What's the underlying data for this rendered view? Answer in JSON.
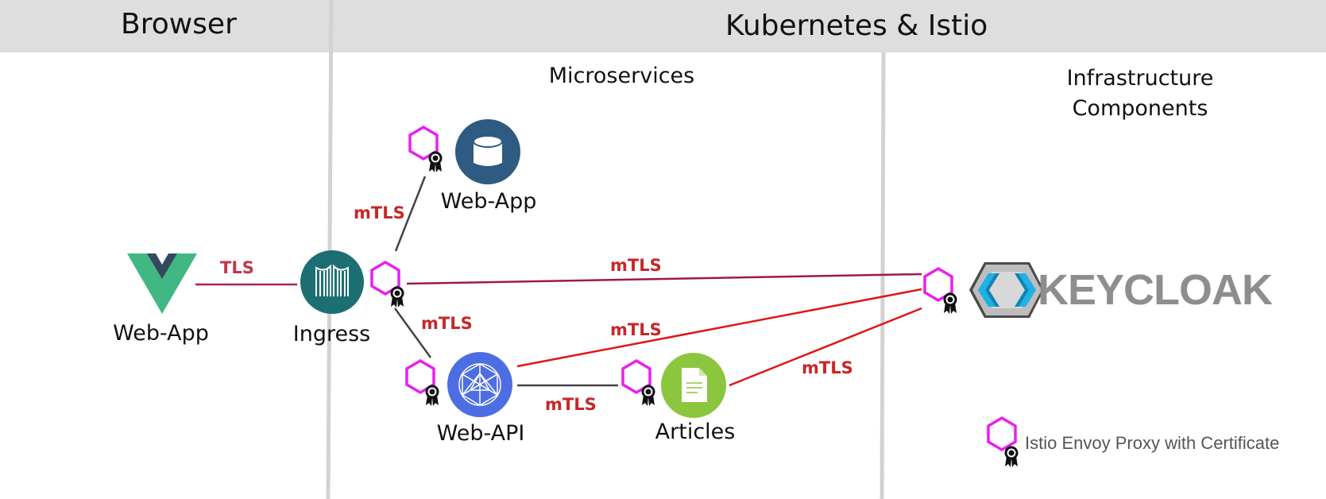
{
  "header": {
    "left_title": "Browser",
    "right_title": "Kubernetes & Istio"
  },
  "sections": {
    "microservices": "Microservices",
    "infrastructure": "Infrastructure\nComponents"
  },
  "nodes": {
    "vue_webapp": "Web-App",
    "ingress": "Ingress",
    "k8s_webapp": "Web-App",
    "webapi": "Web-API",
    "articles": "Articles",
    "keycloak_logo": "KEYCLOAK"
  },
  "edges": {
    "browser_ingress": "TLS",
    "ingress_webapp": "mTLS",
    "ingress_keycloak": "mTLS",
    "ingress_webapi": "mTLS",
    "webapi_keycloak": "mTLS",
    "webapi_articles": "mTLS",
    "articles_keycloak": "mTLS"
  },
  "legend": {
    "envoy_proxy": "Istio Envoy Proxy with Certificate"
  },
  "colors": {
    "header_bg": "#dedede",
    "divider": "#d2d2d2",
    "proxy_magenta": "#e81ff0",
    "tls_line": "#b0205a",
    "mtls_line": "#e01515",
    "label_red": "#c62828",
    "vue_green": "#41b883",
    "vue_dark": "#35495e",
    "ingress_teal": "#1b6f72",
    "webapp_navy": "#2f5b82",
    "webapi_blue": "#4d6ee3",
    "articles_green": "#8cc63f",
    "keycloak_blue": "#1fb0e6"
  }
}
